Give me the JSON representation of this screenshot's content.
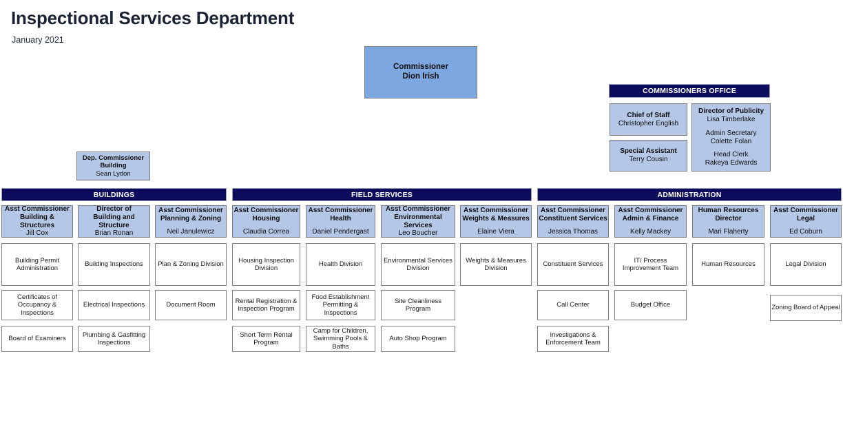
{
  "header": {
    "title": "Inspectional Services Department",
    "date": "January 2021"
  },
  "commissioner": {
    "title": "Commissioner",
    "person": "Dion Irish"
  },
  "commissioners_office": {
    "bar_label": "COMMISSIONERS OFFICE",
    "left_boxes": [
      {
        "title": "Chief of Staff",
        "person": "Christopher English"
      },
      {
        "title": "Special Assistant",
        "person": "Terry Cousin"
      }
    ],
    "right_box": [
      {
        "title": "Director of Publicity",
        "person": "Lisa Timberlake"
      },
      {
        "title": "Admin Secretary",
        "person": "Colette Folan"
      },
      {
        "title": "Head Clerk",
        "person": "Rakeya Edwards"
      }
    ]
  },
  "deputy_commissioner": {
    "line1": "Dep. Commissioner",
    "line2": "Building",
    "person": "Sean Lydon"
  },
  "sections": [
    {
      "bar_label": "BUILDINGS",
      "columns": [
        {
          "role_title_1": "Asst Commissioner",
          "role_title_2": "Building & Structures",
          "role_person": "Jill Cox",
          "units": [
            "Building Permit Administration",
            "Certificates of Occupancy & Inspections",
            "Board of Examiners"
          ]
        },
        {
          "role_title_1": "Director of",
          "role_title_2": "Building and Structure",
          "role_person": "Brian Ronan",
          "units": [
            "Building Inspections",
            "Electrical Inspections",
            "Plumbing & Gasfitting Inspections"
          ]
        },
        {
          "role_title_1": "Asst Commissioner",
          "role_title_2": "Planning & Zoning",
          "role_person": "Neil Janulewicz",
          "units": [
            "Plan & Zoning Division",
            "Document Room"
          ]
        }
      ]
    },
    {
      "bar_label": "FIELD SERVICES",
      "columns": [
        {
          "role_title_1": "Asst Commissioner",
          "role_title_2": "Housing",
          "role_person": "Claudia Correa",
          "units": [
            "Housing Inspection Division",
            "Rental Registration & Inspection Program",
            "Short Term Rental Program"
          ]
        },
        {
          "role_title_1": "Asst Commissioner",
          "role_title_2": "Health",
          "role_person": "Daniel Pendergast",
          "units": [
            "Health Division",
            "Food Establishment Permitting & Inspections",
            "Camp for Children, Swimming Pools & Baths"
          ]
        },
        {
          "role_title_1": "Asst Commissioner",
          "role_title_2": "Environmental Services",
          "role_person": "Leo Boucher",
          "units": [
            "Environmental Services Division",
            "Site Cleanliness Program",
            "Auto Shop Program"
          ]
        },
        {
          "role_title_1": "Asst Commissioner",
          "role_title_2": "Weights & Measures",
          "role_person": "Elaine Viera",
          "units": [
            "Weights & Measures Division"
          ]
        }
      ]
    },
    {
      "bar_label": "ADMINISTRATION",
      "columns": [
        {
          "role_title_1": "Asst Commissioner",
          "role_title_2": "Constituent Services",
          "role_person": "Jessica Thomas",
          "units": [
            "Constituent Services",
            "Call Center",
            "Investigations & Enforcement Team"
          ]
        },
        {
          "role_title_1": "Asst Commissioner",
          "role_title_2": "Admin & Finance",
          "role_person": "Kelly Mackey",
          "units": [
            "IT/ Process Improvement Team",
            "Budget Office"
          ]
        },
        {
          "role_title_1": "Human Resources",
          "role_title_2": "Director",
          "role_person": "Mari Flaherty",
          "units": [
            "Human Resources"
          ]
        },
        {
          "role_title_1": "Asst Commissioner",
          "role_title_2": "Legal",
          "role_person": "Ed Coburn",
          "units": [
            "Legal Division",
            "Zoning Board of Appeal"
          ]
        }
      ]
    }
  ],
  "colors": {
    "navy_bar": "#0c0c5c",
    "role_fill": "#b4c7e7",
    "commissioner_fill": "#7da7e0",
    "unit_fill": "#ffffff",
    "title_text": "#1a2333"
  }
}
